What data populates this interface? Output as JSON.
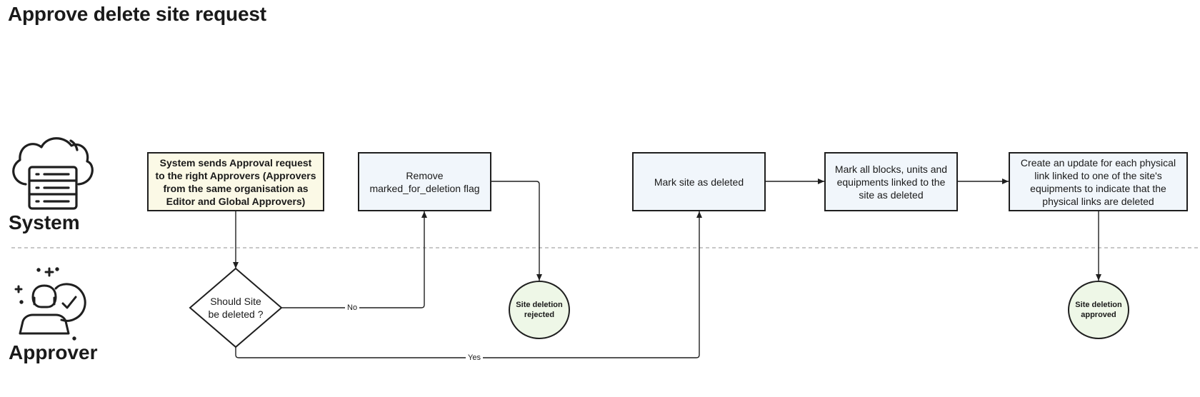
{
  "title": "Approve delete site request",
  "lanes": {
    "system": {
      "label": "System",
      "icon": "cloud-server-icon"
    },
    "approver": {
      "label": "Approver",
      "icon": "approver-person-icon"
    }
  },
  "nodes": {
    "send_request": "System sends Approval request to the right Approvers (Approvers from the same organisation as Editor and Global Approvers)",
    "remove_flag": "Remove marked_for_deletion flag",
    "mark_deleted": "Mark site as deleted",
    "mark_linked": "Mark all blocks, units and equipments linked to the site as deleted",
    "create_update": "Create an update for each physical link linked to one of the site's equipments to indicate that the physical links are deleted",
    "decision": "Should Site be deleted ?",
    "rejected": "Site deletion rejected",
    "approved": "Site deletion approved"
  },
  "edges": {
    "no_label": "No",
    "yes_label": "Yes"
  },
  "colors": {
    "process_fill": "#f1f6fb",
    "note_fill": "#fbf9e6",
    "terminal_fill": "#eef7e7",
    "stroke": "#1f1f1f",
    "lane_divider": "#a8a8a8"
  }
}
